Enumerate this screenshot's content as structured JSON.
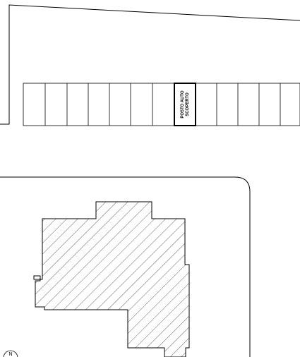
{
  "parking": {
    "slot_label_line1": "POSTO AUTO",
    "slot_label_line2": "SCOPERTO"
  },
  "compass": {
    "letter": "N"
  },
  "building": {
    "fill_pattern": "diagonal-hatch"
  },
  "colors": {
    "lines": "#000000",
    "background": "#ffffff"
  }
}
